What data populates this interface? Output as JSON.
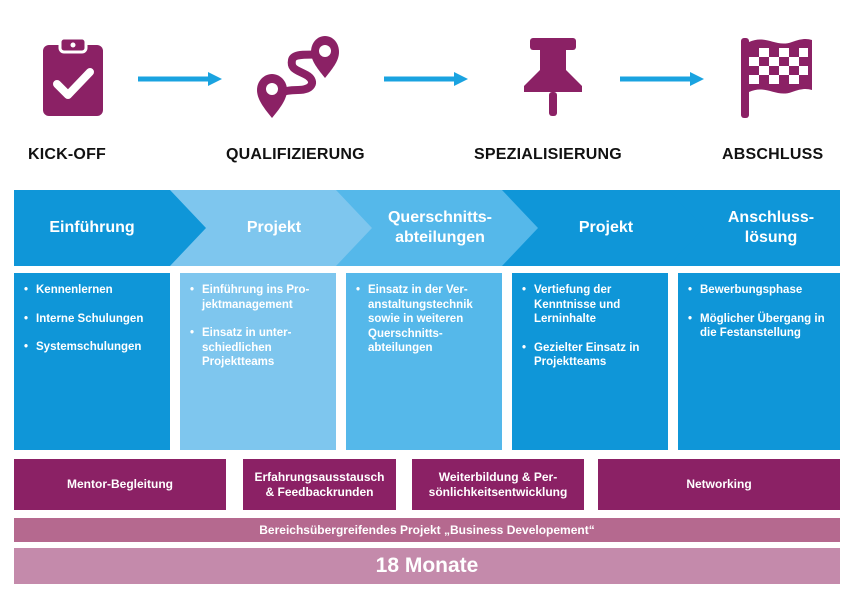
{
  "colors": {
    "magenta": "#8b2165",
    "light_magenta": "#b5698f",
    "mauve": "#c48aab",
    "blue_dark": "#0f96d8",
    "blue_light": "#7ec6ee",
    "blue_mid": "#55b8ea",
    "arrow_blue": "#1aa3e0"
  },
  "phases": [
    {
      "label": "KICK-OFF",
      "icon": "clipboard-check-icon"
    },
    {
      "label": "QUALIFIZIERUNG",
      "icon": "route-pin-icon"
    },
    {
      "label": "SPEZIALISIERUNG",
      "icon": "pushpin-icon"
    },
    {
      "label": "ABSCHLUSS",
      "icon": "checkered-flag-icon"
    }
  ],
  "stages": [
    {
      "title": "Einführung",
      "items": [
        "Kennenlernen",
        "Interne Schulungen",
        "Systemschulungen"
      ]
    },
    {
      "title": "Projekt",
      "items": [
        "Einführung ins Pro- jektmanagement",
        "Einsatz in unter- schiedlichen Projektteams"
      ]
    },
    {
      "title_line1": "Querschnitts-",
      "title_line2": "abteilungen",
      "items": [
        "Einsatz in der Ver- anstaltungstechnik sowie in weiteren Querschnitts- abteilungen"
      ]
    },
    {
      "title": "Projekt",
      "items": [
        "Vertiefung der Kenntnisse und Lerninhalte",
        "Gezielter Einsatz in Projektteams"
      ]
    },
    {
      "title_line1": "Anschluss-",
      "title_line2": "lösung",
      "items": [
        "Bewerbungsphase",
        "Möglicher Übergang in die Festanstellung"
      ]
    }
  ],
  "support_bars": [
    {
      "label": "Mentor-Begleitung"
    },
    {
      "line1": "Erfahrungsausstausch",
      "line2": "& Feedbackrunden"
    },
    {
      "line1": "Weiterbildung & Per-",
      "line2": "sönlichkeitsentwicklung"
    },
    {
      "label": "Networking"
    }
  ],
  "project_bar": "Bereichsübergreifendes Projekt „Business Developement“",
  "duration_bar": "18 Monate"
}
